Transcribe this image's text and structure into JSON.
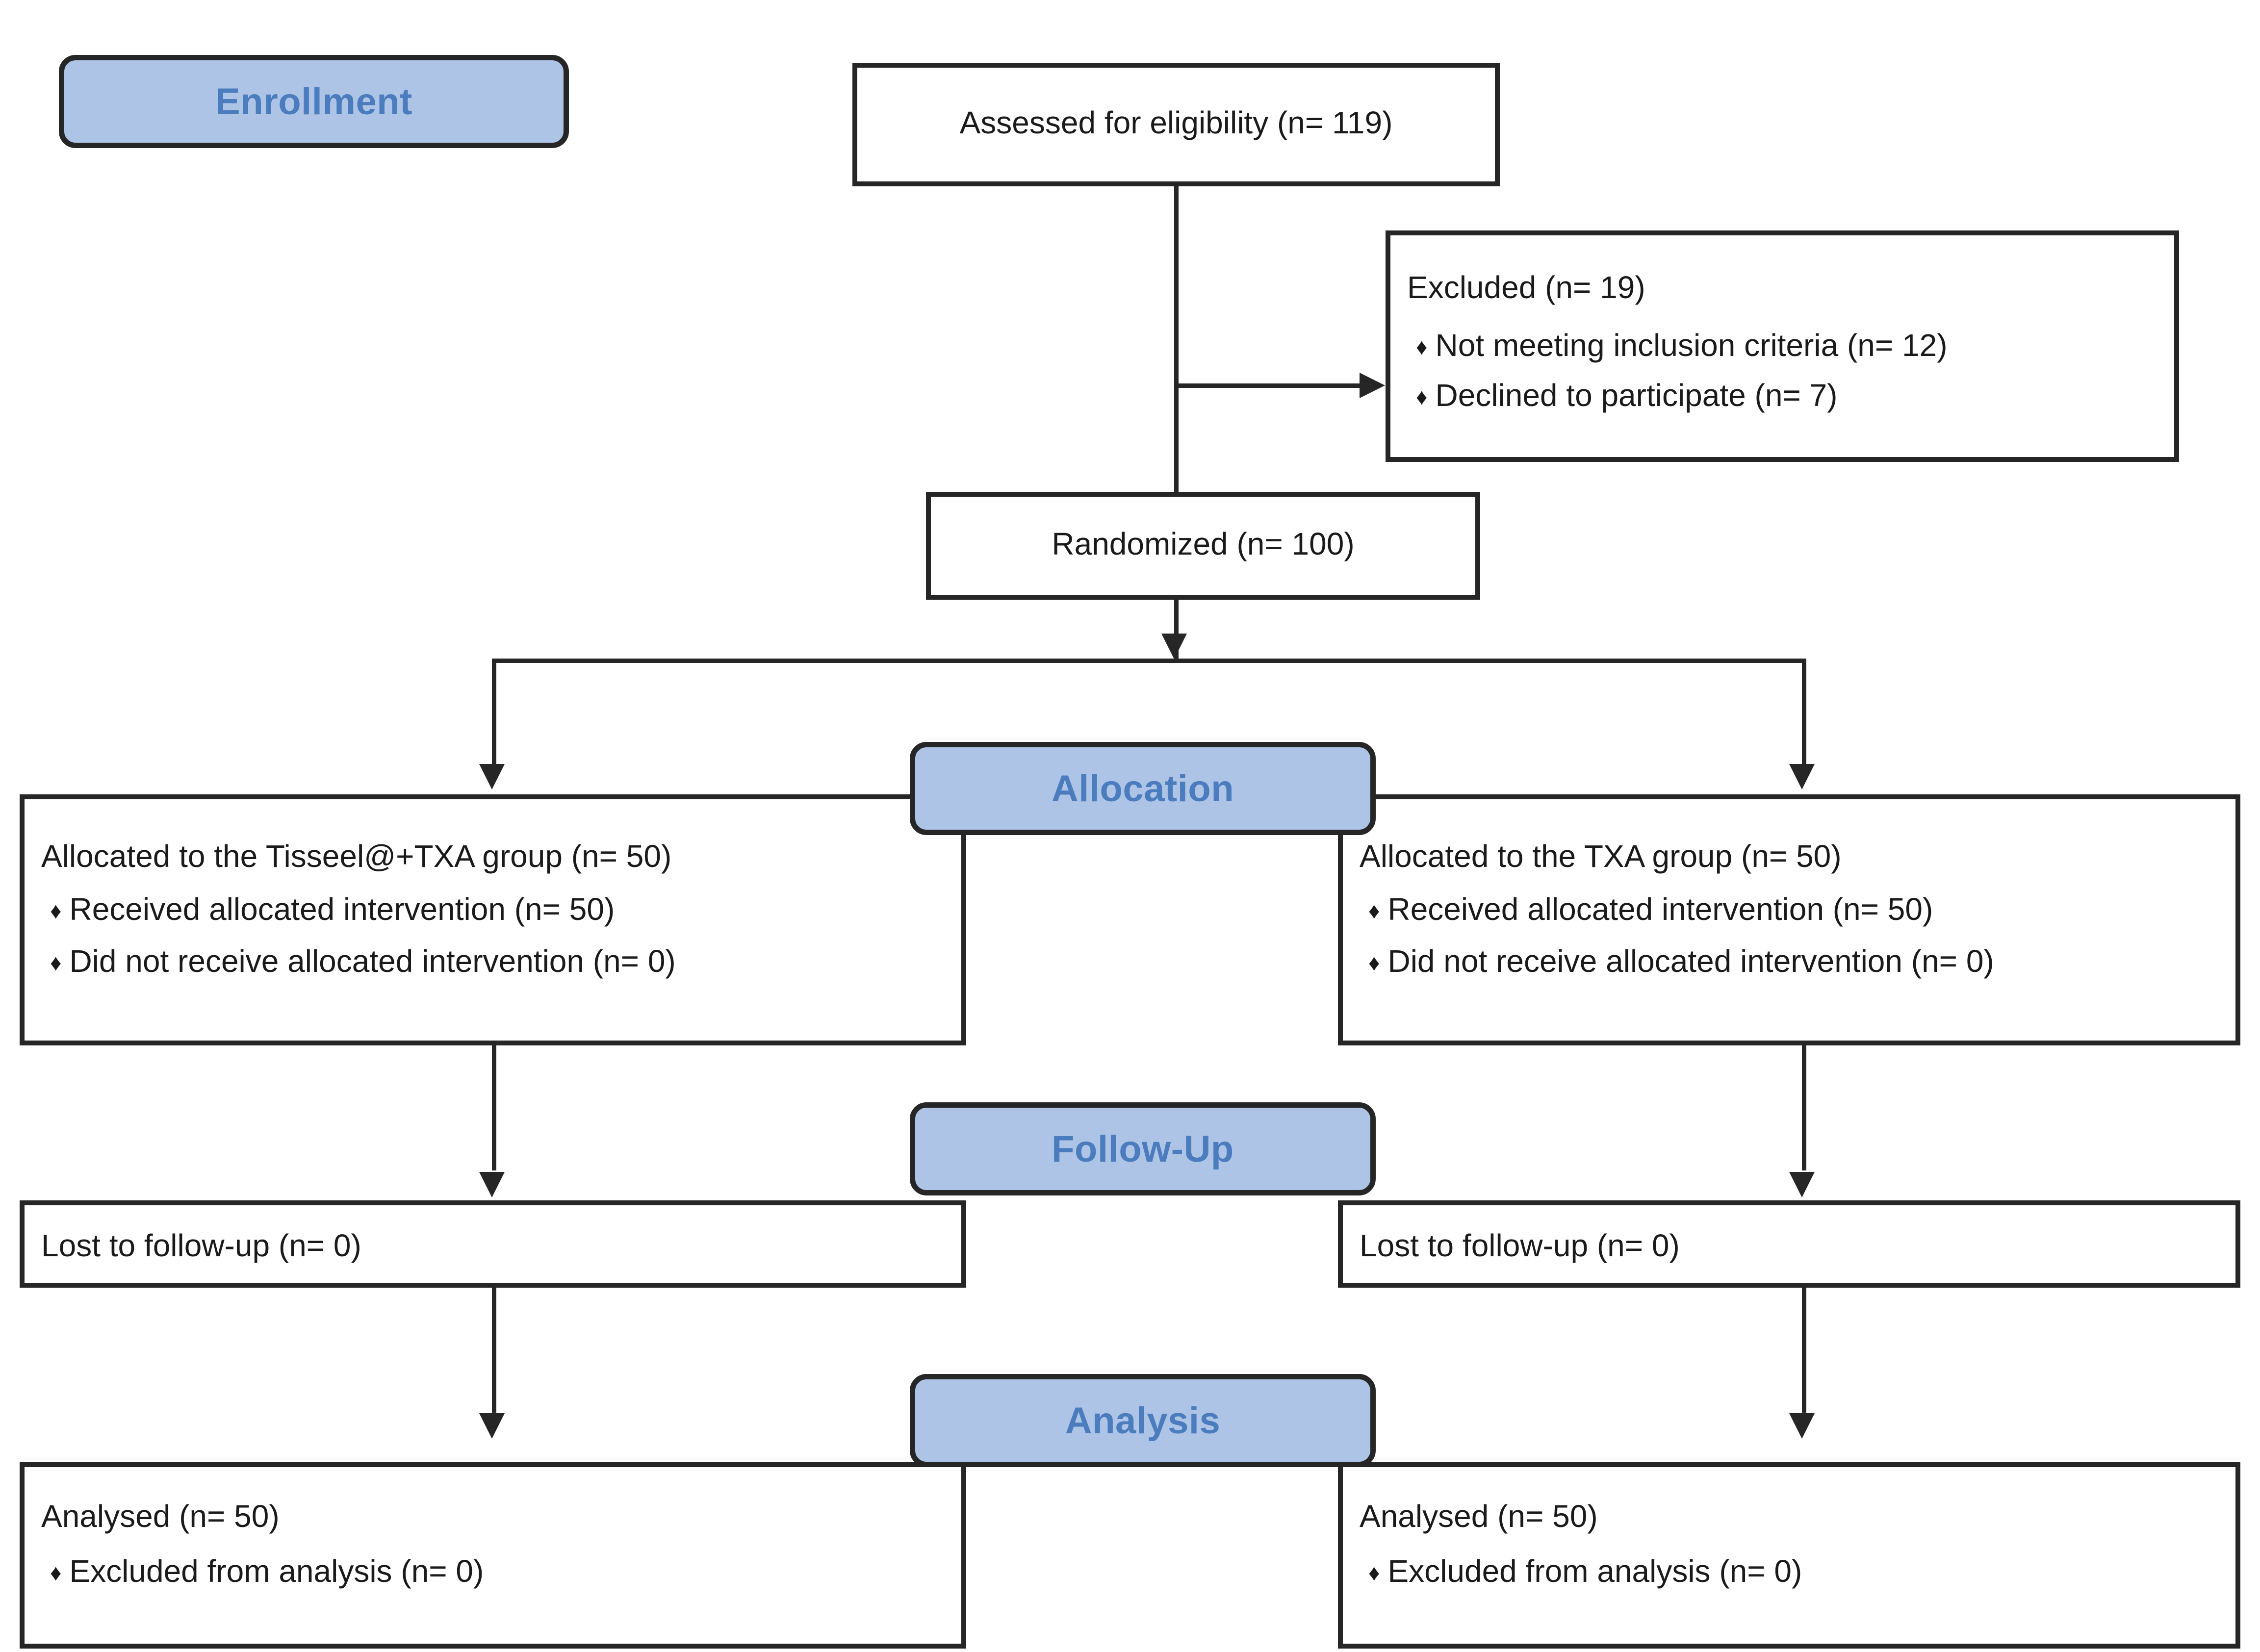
{
  "diagram": {
    "type": "CONSORT participant flow diagram",
    "stages": [
      {
        "key": "enrollment",
        "label": "Enrollment"
      },
      {
        "key": "allocation",
        "label": "Allocation"
      },
      {
        "key": "followup",
        "label": "Follow-Up"
      },
      {
        "key": "analysis",
        "label": "Analysis"
      }
    ],
    "colors": {
      "badge_fill": "#aec4e6",
      "badge_text": "#4a7cbe",
      "box_border": "#262626",
      "box_fill": "#ffffff",
      "text": "#1a1a1a"
    },
    "bullet_glyph": "♦"
  },
  "enrollment": {
    "assessed": "Assessed for eligibility (n= 119)",
    "excluded": {
      "title": "Excluded  (n= 19)",
      "reasons": [
        "Not meeting inclusion criteria (n= 12)",
        "Declined to participate (n= 7)"
      ]
    },
    "randomized": "Randomized (n= 100)"
  },
  "allocation": {
    "left": {
      "title": "Allocated to the Tisseel@+TXA group (n= 50)",
      "items": [
        "Received allocated intervention (n= 50)",
        "Did not receive allocated intervention (n= 0)"
      ]
    },
    "right": {
      "title": "Allocated to the TXA group (n= 50)",
      "items": [
        "Received allocated intervention (n= 50)",
        "Did not receive allocated intervention (n= 0)"
      ]
    }
  },
  "followup": {
    "left": {
      "title": "Lost to follow-up (n= 0)"
    },
    "right": {
      "title": "Lost to follow-up (n= 0)"
    }
  },
  "analysis": {
    "left": {
      "title": "Analysed  (n= 50)",
      "items": [
        "Excluded from analysis (n= 0)"
      ]
    },
    "right": {
      "title": "Analysed  (n= 50)",
      "items": [
        "Excluded from analysis (n= 0)"
      ]
    }
  }
}
